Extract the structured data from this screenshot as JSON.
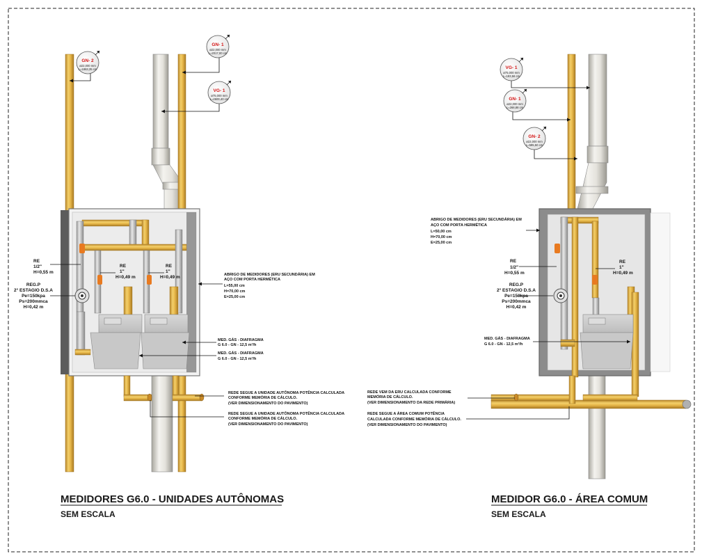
{
  "left": {
    "title": "MEDIDORES G6.0 - UNIDADES AUTÔNOMAS",
    "scale": "SEM ESCALA",
    "tags": [
      {
        "code": "GN- 2",
        "d1": "ø22,000 mm",
        "d2": "L=1863,35 cm"
      },
      {
        "code": "GN- 1",
        "d1": "ø22,000 mm",
        "d2": "L=2017,00 cm"
      },
      {
        "code": "VG- 1",
        "d1": "ø75,000 mm",
        "d2": "L=2600,40 cm"
      }
    ],
    "re_left": [
      "RE",
      "1/2\"",
      "H=0,55 m"
    ],
    "re_mid": [
      "RE",
      "1\"",
      "H=0,49 m"
    ],
    "re_right": [
      "RE",
      "1\"",
      "H=0,49 m"
    ],
    "regp": [
      "REG.P",
      "2° ESTAGIO D.S.A",
      "Pe=150kpa",
      "Ps=200mmca",
      "H=0,42 m"
    ],
    "abrigo": [
      "ABRIGO DE MEDIDORES (ERU SECUNDÁRIA) EM",
      "AÇO COM PORTA HERMÉTICA",
      "L=55,00 cm",
      "H=70,00 cm",
      "E=25,00 cm"
    ],
    "med1": [
      "MED. GÁS - DIAFRAGMA",
      "G 6.0 - GN - 12,5 m³/h"
    ],
    "med2": [
      "MED. GÁS - DIAFRAGMA",
      "G 6.0 - GN - 12,5 m³/h"
    ],
    "rede1": [
      "REDE SEGUE A UNIDADE AUTÔNOMA POTÊNCIA CALCULADA",
      "CONFORME MEMÓRIA DE CÁLCULO.",
      "(VER DIMENSIONAMENTO DO PAVIMENTO)"
    ],
    "rede2": [
      "REDE SEGUE A UNIDADE AUTÔNOMA POTÊNCIA CALCULADA",
      "CONFORME MEMÓRIA DE CÁLCULO.",
      "(VER DIMENSIONAMENTO DO PAVIMENTO)"
    ]
  },
  "right": {
    "title": "MEDIDOR G6.0 - ÁREA COMUM",
    "scale": "SEM ESCALA",
    "tags": [
      {
        "code": "VG- 1",
        "d1": "ø75,000 mm",
        "d2": "L=193,56 cm"
      },
      {
        "code": "GN- 1",
        "d1": "ø22,000 mm",
        "d2": "L=268,88 cm"
      },
      {
        "code": "GN- 2",
        "d1": "ø22,000 mm",
        "d2": "L=595,50 cm"
      }
    ],
    "abrigo": [
      "ABRIGO DE MEDIDORES (ERU SECUNDÁRIA) EM",
      "AÇO COM PORTA HERMÉTICA",
      "L=50,00 cm",
      "H=70,00 cm",
      "E=25,00 cm"
    ],
    "re_left": [
      "RE",
      "1/2\"",
      "H=0,55 m"
    ],
    "re_right": [
      "RE",
      "1\"",
      "H=0,49 m"
    ],
    "regp": [
      "REG.P",
      "2° ESTAGIO D.S.A",
      "Pe=150kpa",
      "Ps=200mmca",
      "H=0,42 m"
    ],
    "med": [
      "MED. GÁS - DIAFRAGMA",
      "G 6.0 - GN - 12,5 m³/h"
    ],
    "rede_vem": [
      "REDE VEM DA ERU CALCULADA CONFORME",
      "MEMÓRIA DE CÁLCULO.",
      "(VER DIMENSIONAMENTO DA REDE PRIMÁRIA)"
    ],
    "rede_segue": [
      "REDE SEGUE A ÁREA COMUM POTÊNCIA",
      "CALCULADA CONFORME MEMÓRIA DE CÁLCULO.",
      "(VER DIMENSIONAMENTO DO PAVIMENTO)"
    ]
  },
  "colors": {
    "gas_pipe": "#e8b84a",
    "vent_pipe": "#e4e2dc",
    "box_frame": "#8a8a8a",
    "tag_red": "#d01010",
    "valve_orange": "#e87a20"
  }
}
